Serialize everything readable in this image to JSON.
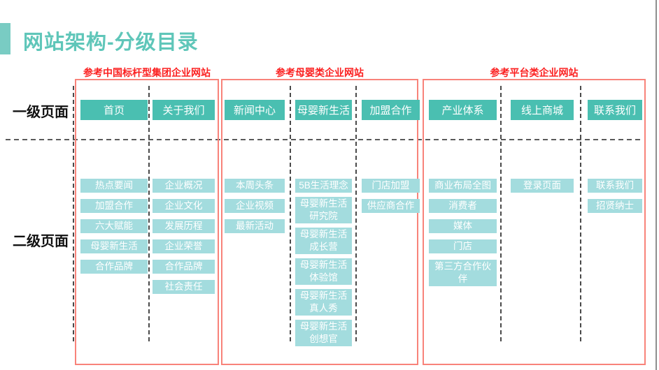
{
  "page": {
    "title": "网站架构-分级目录",
    "row_labels": {
      "level1": "一级页面",
      "level2": "二级页面"
    }
  },
  "colors": {
    "title_teal": "#5fc6b9",
    "accent_square_teal": "#79ccc3",
    "level1_button_teal": "#4abfb1",
    "level2_button_light_teal": "#a3dcde",
    "section_label_red": "#fb2020",
    "section_border_red": "#f8837a",
    "divider_gray": "#4a4a4a"
  },
  "sections": [
    {
      "label": "参考中国标杆型集团企业网站",
      "columns": [
        {
          "level1": "首页",
          "level2": [
            "热点要闻",
            "加盟合作",
            "六大赋能",
            "母婴新生活",
            "合作品牌"
          ]
        },
        {
          "level1": "关于我们",
          "level2": [
            "企业概况",
            "企业文化",
            "发展历程",
            "企业荣誉",
            "合作品牌",
            "社会责任"
          ]
        }
      ]
    },
    {
      "label": "参考母婴类企业网站",
      "columns": [
        {
          "level1": "新闻中心",
          "level2": [
            "本周头条",
            "企业视频",
            "最新活动"
          ]
        },
        {
          "level1": "母婴新生活",
          "level2": [
            "5B生活理念",
            "母婴新生活研究院",
            "母婴新生活成长营",
            "母婴新生活体验馆",
            "母婴新生活真人秀",
            "母婴新生活创想官"
          ]
        },
        {
          "level1": "加盟合作",
          "level2": [
            "门店加盟",
            "供应商合作"
          ]
        }
      ]
    },
    {
      "label": "参考平台类企业网站",
      "columns": [
        {
          "level1": "产业体系",
          "level2": [
            "商业布局全图",
            "消费者",
            "媒体",
            "门店",
            "第三方合作伙伴"
          ]
        },
        {
          "level1": "线上商城",
          "level2": [
            "登录页面"
          ]
        },
        {
          "level1": "联系我们",
          "level2": [
            "联系我们",
            "招贤纳士"
          ]
        }
      ]
    }
  ]
}
